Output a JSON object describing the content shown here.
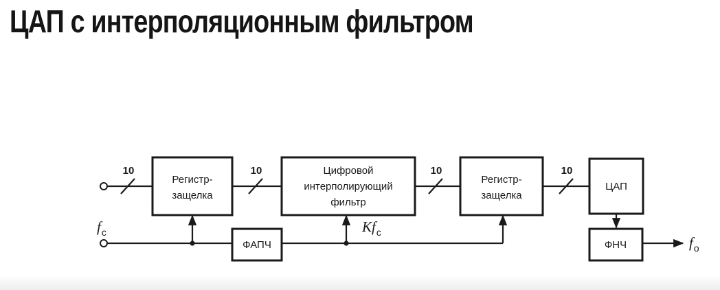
{
  "title": "ЦАП с интерполяционным фильтром",
  "blocks": {
    "latch1": {
      "line1": "Регистр-",
      "line2": "защелка"
    },
    "filter": {
      "line1": "Цифровой",
      "line2": "интерполирующий",
      "line3": "фильтр"
    },
    "latch2": {
      "line1": "Регистр-",
      "line2": "защелка"
    },
    "dac": {
      "label": "ЦАП"
    },
    "pll": {
      "label": "ФАПЧ"
    },
    "lpf": {
      "label": "ФНЧ"
    }
  },
  "buses": [
    "10",
    "10",
    "10",
    "10"
  ],
  "signals": {
    "fc": {
      "main": "f",
      "sub": "c"
    },
    "kfc": {
      "main": "Kf",
      "sub": "c"
    },
    "fo": {
      "main": "f",
      "sub": "o"
    }
  }
}
